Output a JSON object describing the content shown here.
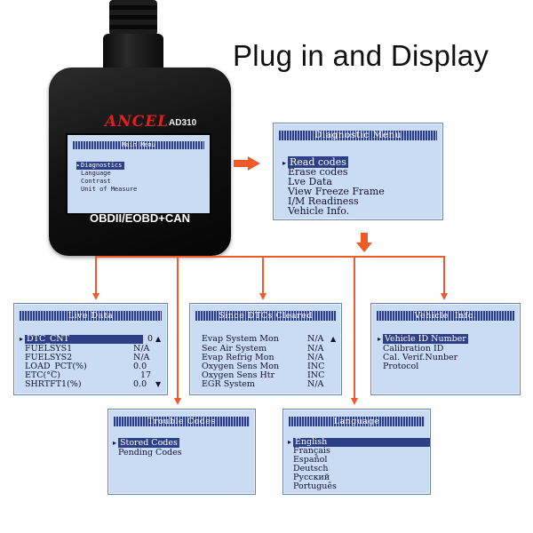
{
  "headline": "Plug in and Display",
  "device": {
    "brand": "ANCEL",
    "model": "AD310",
    "protocol_label": "OBDII/EOBD+CAN",
    "screen": {
      "title": "Main Menu",
      "items": [
        "Diagnostics",
        "Language",
        "Contrast",
        "Unit of Measure"
      ],
      "selected_index": 0
    }
  },
  "colors": {
    "accent_orange": "#f05a28",
    "lcd_background": "#c9dcf4",
    "lcd_highlight": "#2d3f86"
  },
  "diagnostic_menu": {
    "title": "Diagnostic Menu",
    "items": [
      "Read codes",
      "Erase codes",
      "Lve Data",
      "View Freeze Frame",
      "I/M Readiness",
      "Vehicle Info."
    ],
    "selected_index": 0
  },
  "live_data": {
    "title": "Live Data",
    "rows": [
      {
        "label": "DTC_CNT",
        "value": "0"
      },
      {
        "label": "FUELSYS1",
        "value": "N/A"
      },
      {
        "label": "FUELSYS2",
        "value": "N/A"
      },
      {
        "label": "LOAD_PCT(%)",
        "value": "0.0"
      },
      {
        "label": "ETC(°C)",
        "value": "17"
      },
      {
        "label": "SHRTFT1(%)",
        "value": "0.0"
      }
    ],
    "selected_index": 0,
    "scroll_icons": [
      "up-arrow-icon",
      "down-arrow-icon"
    ]
  },
  "since_dtcs": {
    "title": "Since DTCs Cleared",
    "rows": [
      {
        "label": "Evap System Mon",
        "value": "N/A"
      },
      {
        "label": "Sec Air System",
        "value": "N/A"
      },
      {
        "label": "Evap Refrig Mon",
        "value": "N/A"
      },
      {
        "label": "Oxygen Sens Mon",
        "value": "INC"
      },
      {
        "label": "Oxygen Sens Htr",
        "value": "INC"
      },
      {
        "label": "EGR System",
        "value": "N/A"
      }
    ],
    "scroll_icons": [
      "up-arrow-icon"
    ]
  },
  "vehicle_info": {
    "title": "Vehicle  Info.",
    "items": [
      "Vehicle ID Number",
      "Calibration ID",
      "Cal. Verif.Nunber",
      "Protocol"
    ],
    "selected_index": 0
  },
  "trouble_codes": {
    "title": "Trouble Codes",
    "items": [
      "Stored Codes",
      "Pending Codes"
    ],
    "selected_index": 0
  },
  "language": {
    "title": "Language",
    "items": [
      "English",
      "Français",
      "Español",
      "Deutsch",
      "Русский",
      "Português"
    ],
    "selected_index": 0
  }
}
